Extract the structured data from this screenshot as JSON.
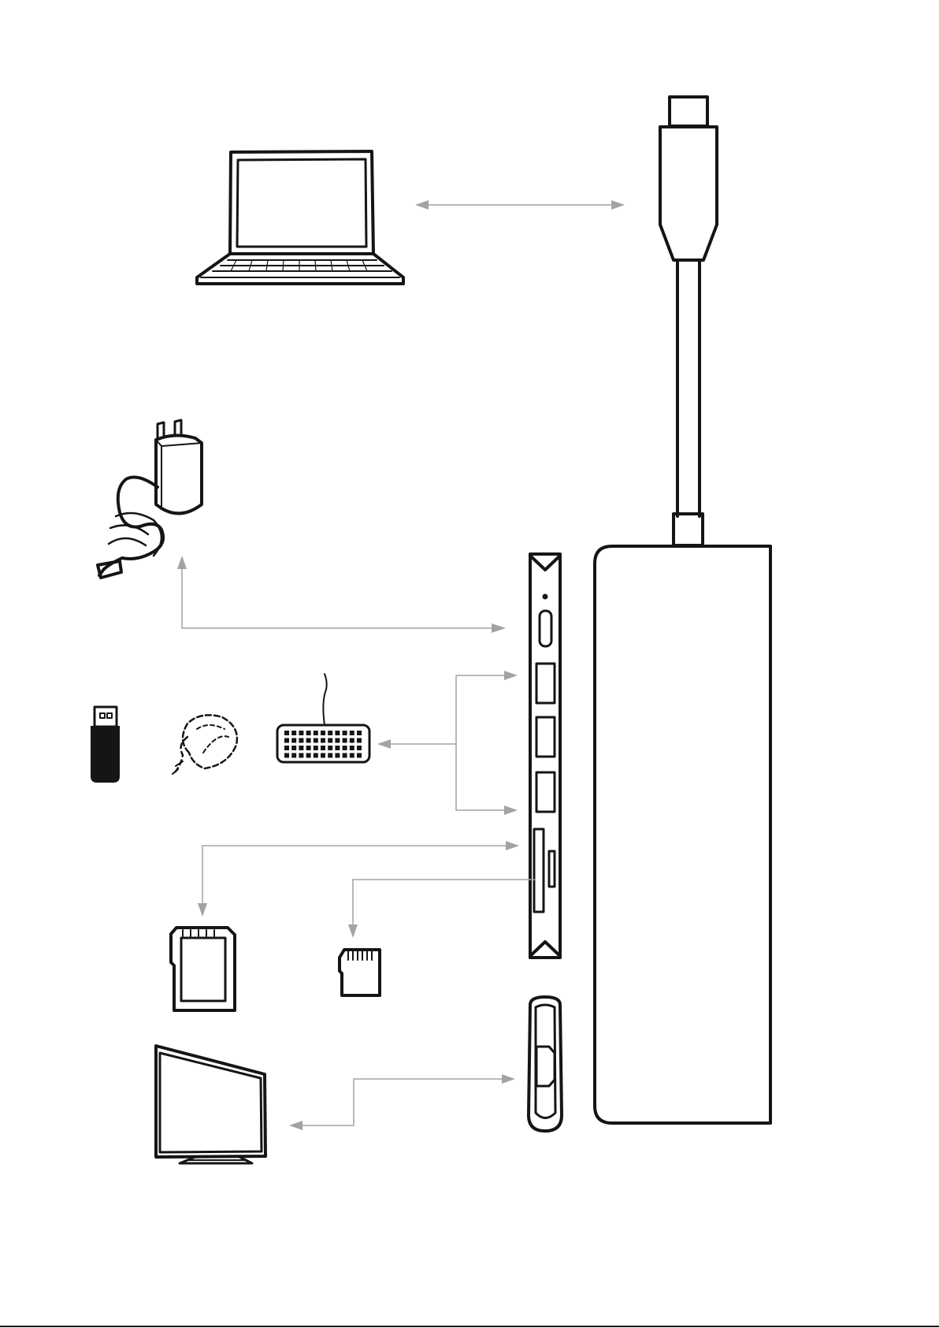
{
  "diagram": {
    "type": "usb-c-hub-connection-diagram",
    "colors": {
      "ink": "#151515",
      "connector_line": "#a3a3a3",
      "background": "#ffffff"
    },
    "devices": [
      {
        "id": "laptop",
        "icon": "laptop-icon"
      },
      {
        "id": "power-adapter",
        "icon": "power-adapter-icon"
      },
      {
        "id": "usb-flash-drive",
        "icon": "usb-flash-drive-icon"
      },
      {
        "id": "mouse",
        "icon": "mouse-icon"
      },
      {
        "id": "keyboard",
        "icon": "keyboard-icon"
      },
      {
        "id": "sd-card",
        "icon": "sd-card-icon"
      },
      {
        "id": "micro-sd-card",
        "icon": "micro-sd-card-icon"
      },
      {
        "id": "monitor",
        "icon": "monitor-icon"
      }
    ],
    "hub": {
      "icon": "usb-c-hub-icon",
      "ports": [
        "usb-c-pd",
        "usb-a-1",
        "usb-a-2",
        "usb-a-3",
        "sd-slot",
        "micro-sd-slot",
        "hdmi"
      ]
    },
    "connections": [
      {
        "from": "laptop",
        "to": "usb-c-plug",
        "direction": "both"
      },
      {
        "from": "usb-c-pd-port",
        "to": "power-adapter",
        "direction": "both"
      },
      {
        "from": "usb-a-ports",
        "to": "keyboard",
        "direction": "both"
      },
      {
        "from": "sd-slot",
        "to": "sd-card",
        "direction": "both"
      },
      {
        "from": "micro-sd-slot",
        "to": "micro-sd-card",
        "direction": "to-device"
      },
      {
        "from": "hdmi-port",
        "to": "monitor",
        "direction": "both"
      }
    ]
  }
}
